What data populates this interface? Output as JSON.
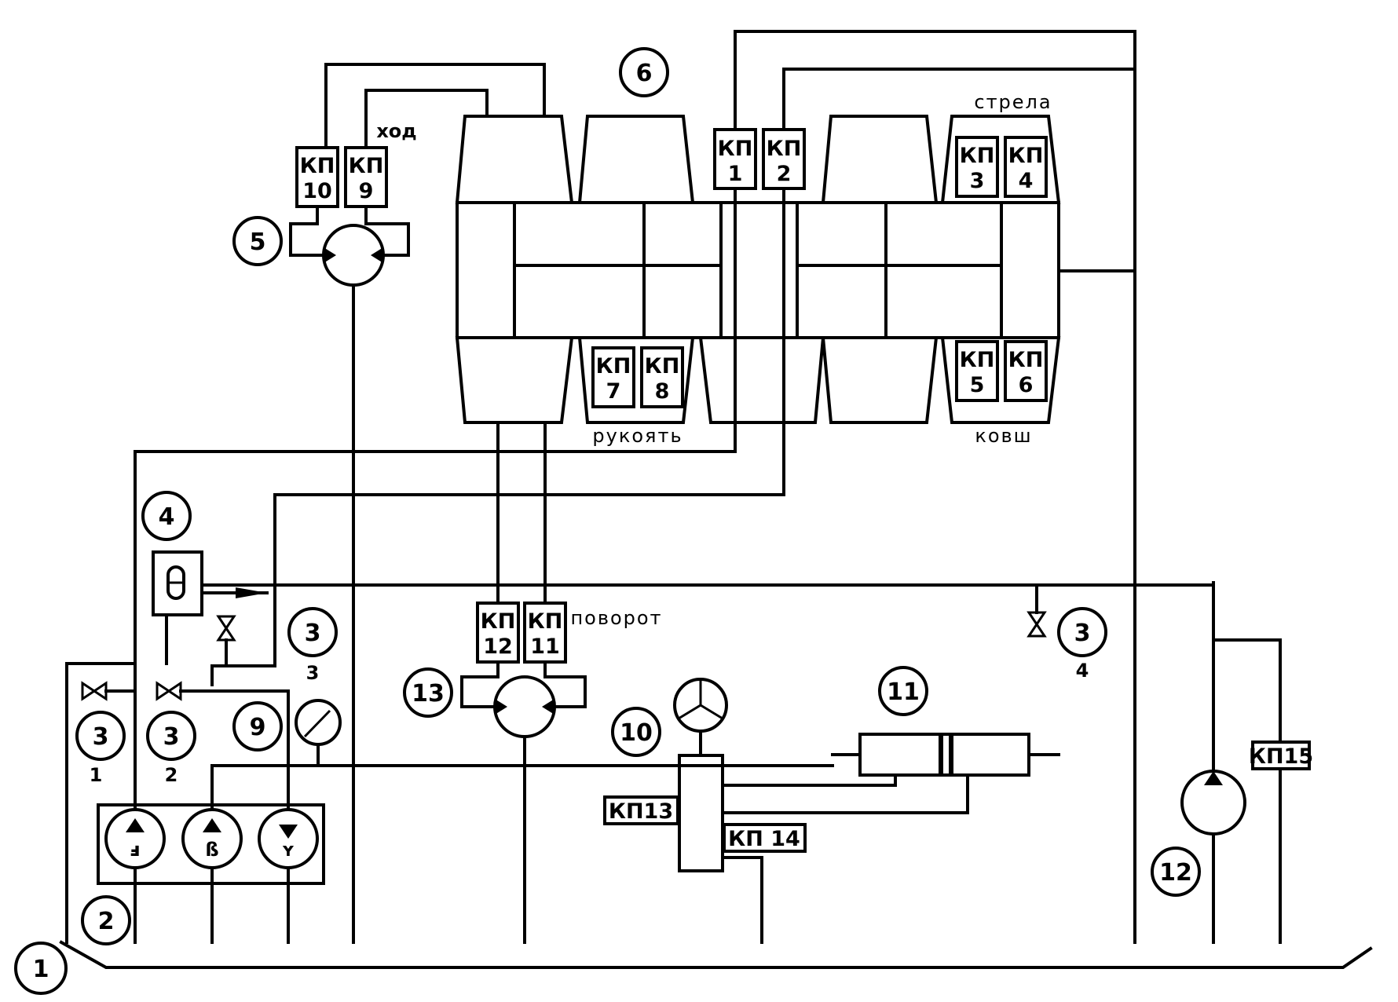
{
  "component_numbers": {
    "tank": "1",
    "pump_group": "2",
    "valve_b1": "3",
    "valve_b2": "3",
    "valve_b3": "3",
    "valve_b4": "3",
    "filter": "4",
    "travel_motor": "5",
    "distributor": "6",
    "manometer": "9",
    "control_valve": "10",
    "cylinder": "11",
    "aux_pump": "12",
    "swing_motor": "13"
  },
  "valve_subscripts": {
    "v1": "1",
    "v2": "2",
    "v3": "3",
    "v4": "4"
  },
  "relief_valves": {
    "kp1": [
      "КП",
      "1"
    ],
    "kp2": [
      "КП",
      "2"
    ],
    "kp3": [
      "КП",
      "3"
    ],
    "kp4": [
      "КП",
      "4"
    ],
    "kp5": [
      "КП",
      "5"
    ],
    "kp6": [
      "КП",
      "6"
    ],
    "kp7": [
      "КП",
      "7"
    ],
    "kp8": [
      "КП",
      "8"
    ],
    "kp9": [
      "КП",
      "9"
    ],
    "kp10": [
      "КП",
      "10"
    ],
    "kp11": [
      "КП",
      "11"
    ],
    "kp12": [
      "КП",
      "12"
    ],
    "kp13": "КП13",
    "kp14": "КП 14",
    "kp15": "КП15"
  },
  "labels": {
    "boom": "стрела",
    "arm": "рукоять",
    "bucket": "ковш",
    "travel": "ход",
    "swing": "поворот"
  }
}
